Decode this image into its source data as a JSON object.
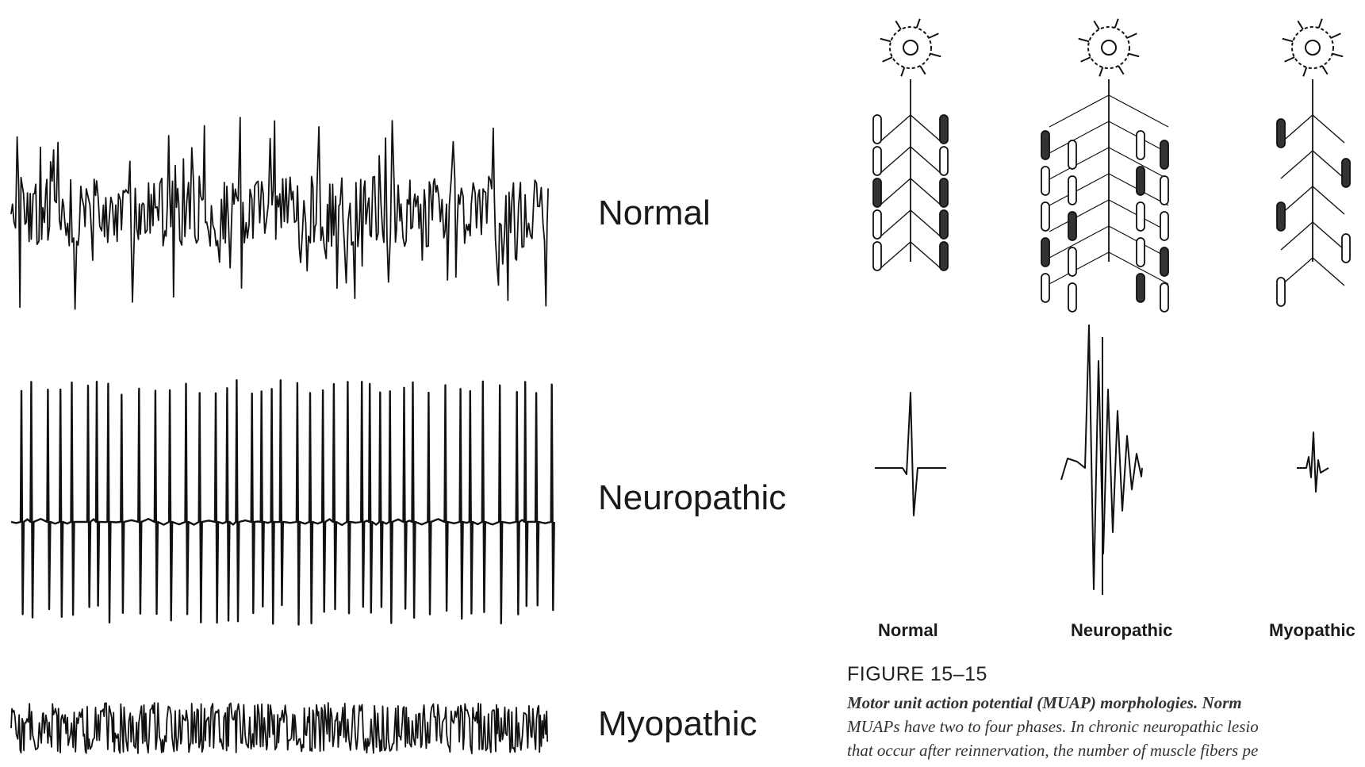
{
  "traces": [
    {
      "label": "Normal",
      "pattern": "dense-interference"
    },
    {
      "label": "Neuropathic",
      "pattern": "large-sparse-spikes"
    },
    {
      "label": "Myopathic",
      "pattern": "low-amplitude-dense"
    }
  ],
  "diagram": {
    "columns": [
      {
        "label": "Normal",
        "muap": "biphasic"
      },
      {
        "label": "Neuropathic",
        "muap": "large-polyphasic"
      },
      {
        "label": "Myopathic",
        "muap": "small-polyphasic"
      }
    ]
  },
  "figure": {
    "number": "FIGURE 15–15",
    "caption_lines": [
      "Motor unit action potential (MUAP) morphologies. Norm",
      "MUAPs have two to four phases. In chronic neuropathic lesio",
      "that occur after reinnervation, the number of muscle fibers pe"
    ]
  },
  "colors": {
    "ink": "#111111",
    "background": "#ffffff"
  }
}
